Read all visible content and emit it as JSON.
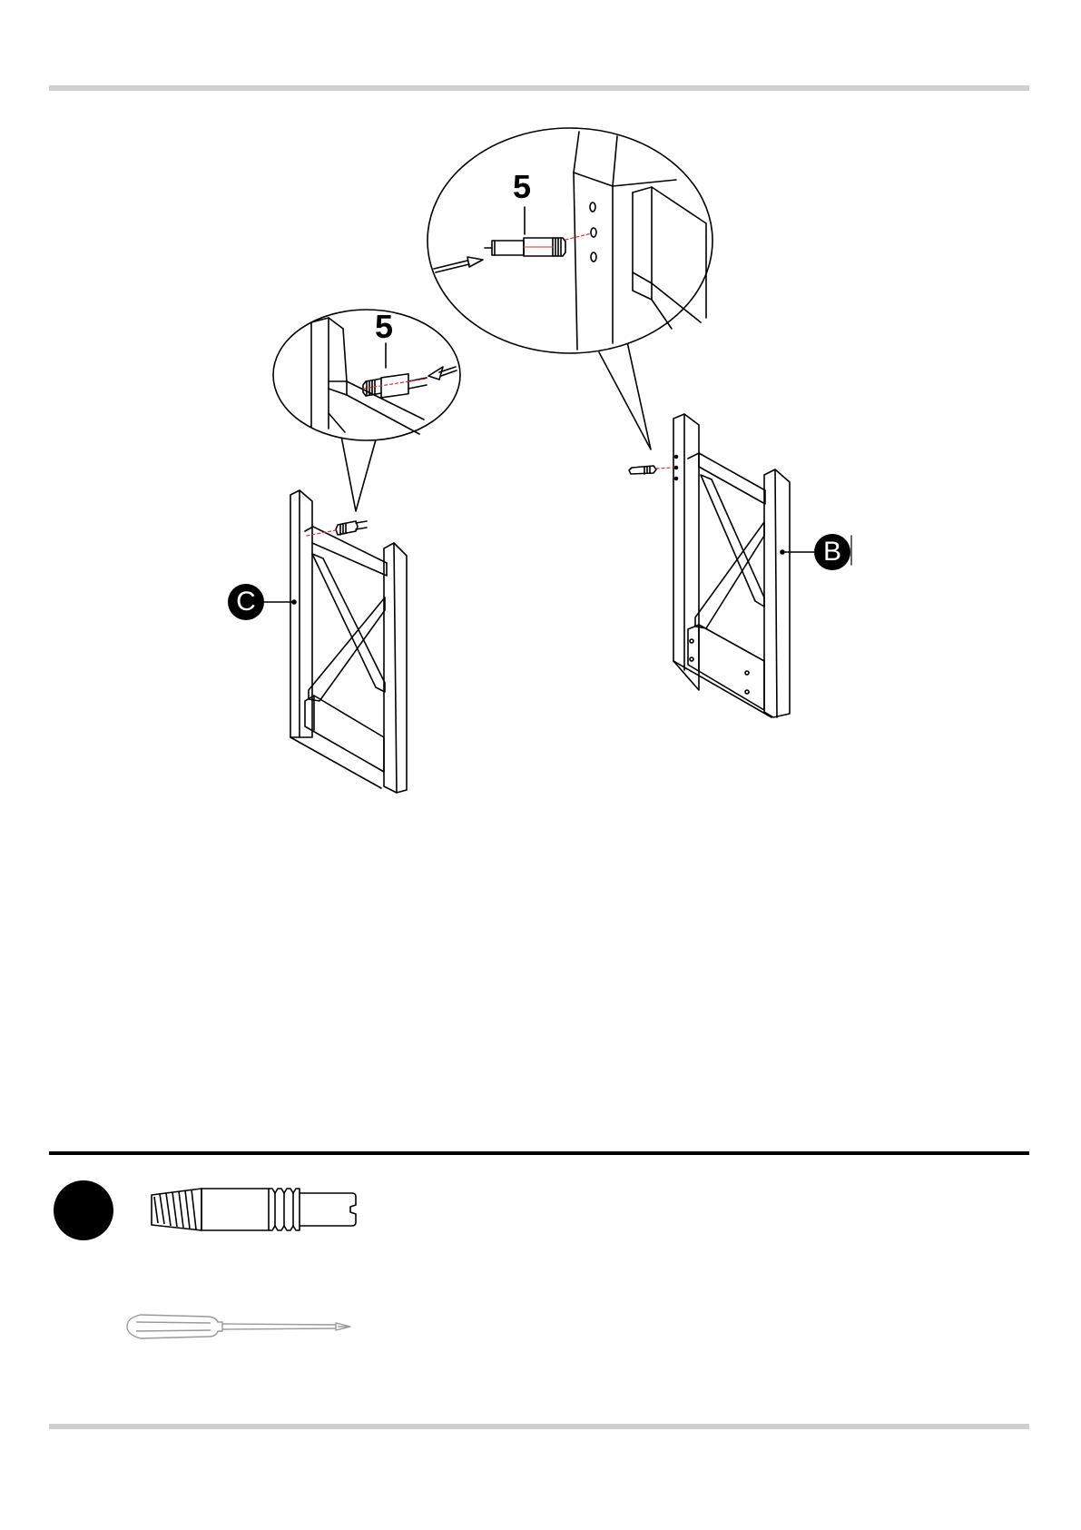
{
  "callouts": {
    "right_detail_number": "5",
    "left_detail_number": "5"
  },
  "parts": {
    "left_panel_label": "C",
    "right_panel_label": "B"
  },
  "colors": {
    "rule_gray": "#cfcfcf",
    "line_black": "#000000",
    "guide_red": "#e03030"
  },
  "icons": {
    "hardware": "threaded-dowel-icon",
    "tool": "phillips-screwdriver-icon"
  }
}
